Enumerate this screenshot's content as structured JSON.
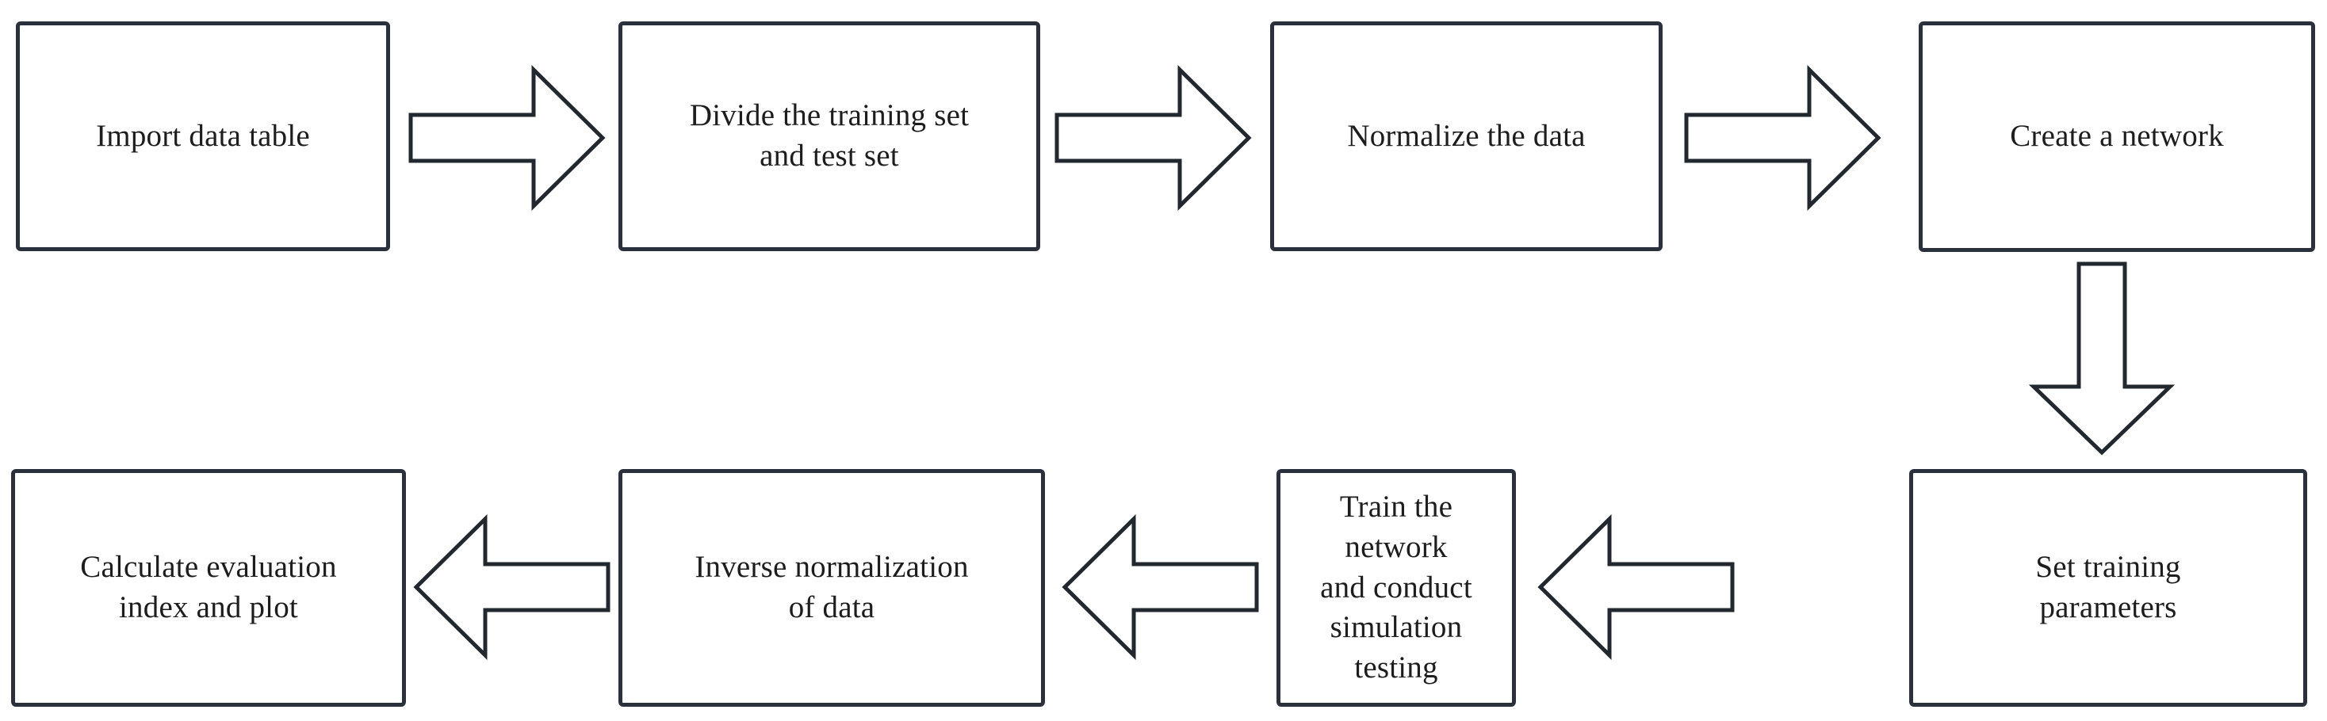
{
  "diagram": {
    "title": "Neural network modeling workflow flowchart",
    "orientation": "two-row serpentine",
    "line_color": "#2a313c",
    "text_color": "#1d1d1d",
    "background_color": "#ffffff",
    "nodes": [
      {
        "id": "import",
        "label": "Import data table",
        "row": 1,
        "order": 1
      },
      {
        "id": "divide",
        "label": "Divide the training set\nand test set",
        "row": 1,
        "order": 2
      },
      {
        "id": "normalize",
        "label": "Normalize the data",
        "row": 1,
        "order": 3
      },
      {
        "id": "create",
        "label": "Create a network",
        "row": 1,
        "order": 4
      },
      {
        "id": "settrain",
        "label": "Set training\nparameters",
        "row": 2,
        "order": 5
      },
      {
        "id": "train",
        "label": "Train the network\nand conduct\nsimulation testing",
        "row": 2,
        "order": 6
      },
      {
        "id": "inverse",
        "label": "Inverse normalization\nof data",
        "row": 2,
        "order": 7
      },
      {
        "id": "calculate",
        "label": "Calculate evaluation\nindex and plot",
        "row": 2,
        "order": 8
      }
    ],
    "arrows": [
      {
        "id": "arrow-1",
        "from": "import",
        "to": "divide",
        "direction": "right"
      },
      {
        "id": "arrow-2",
        "from": "divide",
        "to": "normalize",
        "direction": "right"
      },
      {
        "id": "arrow-3",
        "from": "normalize",
        "to": "create",
        "direction": "right"
      },
      {
        "id": "arrow-4",
        "from": "create",
        "to": "settrain",
        "direction": "down"
      },
      {
        "id": "arrow-5",
        "from": "settrain",
        "to": "train",
        "direction": "left"
      },
      {
        "id": "arrow-6",
        "from": "train",
        "to": "inverse",
        "direction": "left"
      },
      {
        "id": "arrow-7",
        "from": "inverse",
        "to": "calculate",
        "direction": "left"
      }
    ]
  }
}
